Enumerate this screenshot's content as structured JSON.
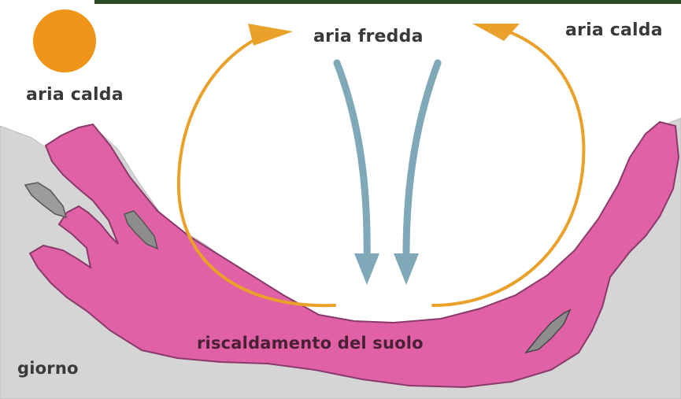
{
  "labels": {
    "warm_air_left": "aria calda",
    "cold_air": "aria fredda",
    "warm_air_right": "aria calda",
    "ground_heating": "riscaldamento del suolo",
    "time_of_day": "giorno"
  },
  "colors": {
    "background": "#ffffff",
    "terrain": "#d5d5d5",
    "water": "#e061a6",
    "sun": "#ef9418",
    "warm_arrow": "#e9a12a",
    "cold_arrow": "#7fa8b8",
    "top_band": "#2d4a24"
  },
  "icons": [
    "sun-icon",
    "warm-air-arrow-icon",
    "cold-air-arrow-icon"
  ]
}
